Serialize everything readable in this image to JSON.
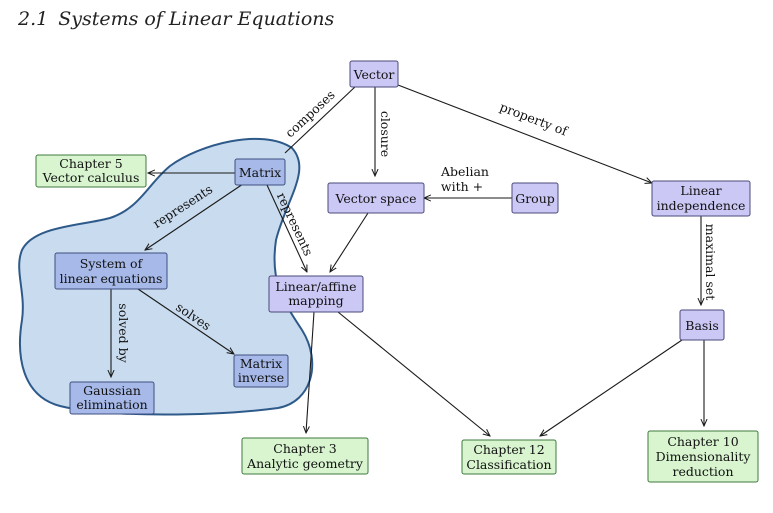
{
  "title": {
    "number": "2.1",
    "text": "Systems of Linear Equations"
  },
  "nodes": {
    "vector": [
      "Vector"
    ],
    "matrix": [
      "Matrix"
    ],
    "vector_space": [
      "Vector space"
    ],
    "group": [
      "Group"
    ],
    "linear_independence": [
      "Linear",
      "independence"
    ],
    "system": [
      "System of",
      "linear equations"
    ],
    "linear_mapping": [
      "Linear/affine",
      "mapping"
    ],
    "basis": [
      "Basis"
    ],
    "gaussian": [
      "Gaussian",
      "elimination"
    ],
    "matrix_inverse": [
      "Matrix",
      "inverse"
    ],
    "chapter5": [
      "Chapter 5",
      "Vector calculus"
    ],
    "chapter3": [
      "Chapter 3",
      "Analytic geometry"
    ],
    "chapter12": [
      "Chapter 12",
      "Classification"
    ],
    "chapter10": [
      "Chapter 10",
      "Dimensionality",
      "reduction"
    ]
  },
  "edge_labels": {
    "composes": "composes",
    "closure": "closure",
    "property_of": "property of",
    "abelian": [
      "Abelian",
      "with +"
    ],
    "represents_system": "represents",
    "represents_mapping": "represents",
    "maximal_set": "maximal set",
    "solved_by": "solved by",
    "solves": "solves"
  },
  "colors": {
    "concept_fill": "#cbc8f5",
    "in_section_fill": "#a6b9e8",
    "chapter_fill": "#d8f5cf",
    "section_region_fill": "#c9dbee",
    "section_region_stroke": "#2e5a8a"
  }
}
